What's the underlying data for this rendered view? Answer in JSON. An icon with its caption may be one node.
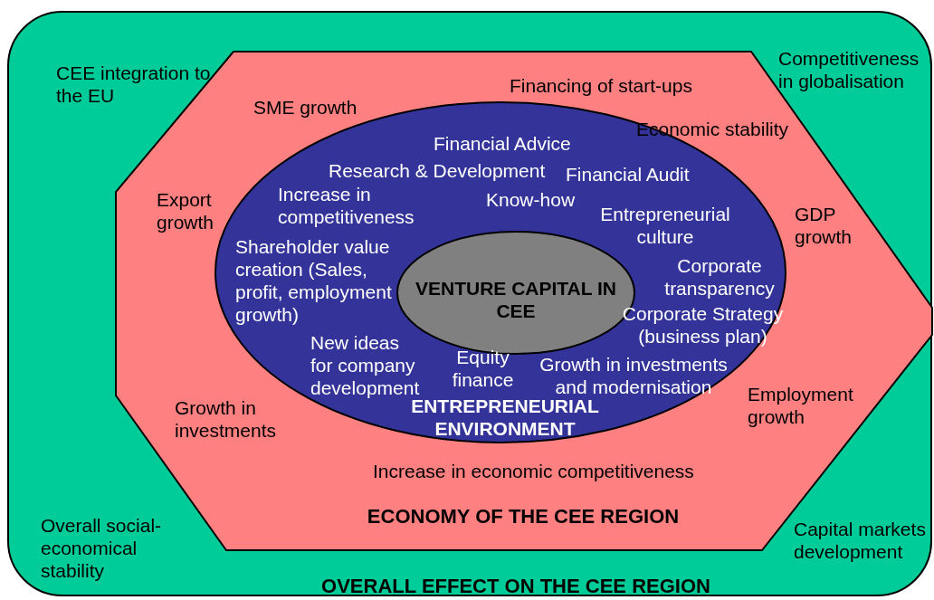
{
  "diagram": {
    "nodes": [
      {
        "text": [
          "CEE integration to the EU",
          "Competitiveness in globalisation",
          "Overall social-economical stability",
          "Capital markets development",
          "OVERALL EFFECT ON THE CEE REGION"
        ]
      },
      {
        "text": [
          "Financing of start-ups",
          "SME growth",
          "Economic stability",
          "Export growth",
          "GDP growth",
          "Growth in investments",
          "Employment growth",
          "Increase in economic competitiveness",
          "ECONOMY OF THE CEE REGION"
        ],
        "in": 0
      },
      {
        "text": [
          "Financial Advice",
          "Research & Development",
          "Financial Audit",
          "Increase in competitiveness",
          "Know-how",
          "Entrepreneurial culture",
          "Shareholder value creation (Sales, profit, employment growth)",
          "Corporate transparency",
          "Corporate Strategy (business plan)",
          "New ideas for company development",
          "Equity finance",
          "Growth in investments and modernisation",
          "ENTREPRENEURIAL ENVIRONMENT"
        ],
        "in": 1
      },
      {
        "text": [
          "VENTURE CAPITAL IN CEE"
        ],
        "in": 2
      }
    ]
  }
}
